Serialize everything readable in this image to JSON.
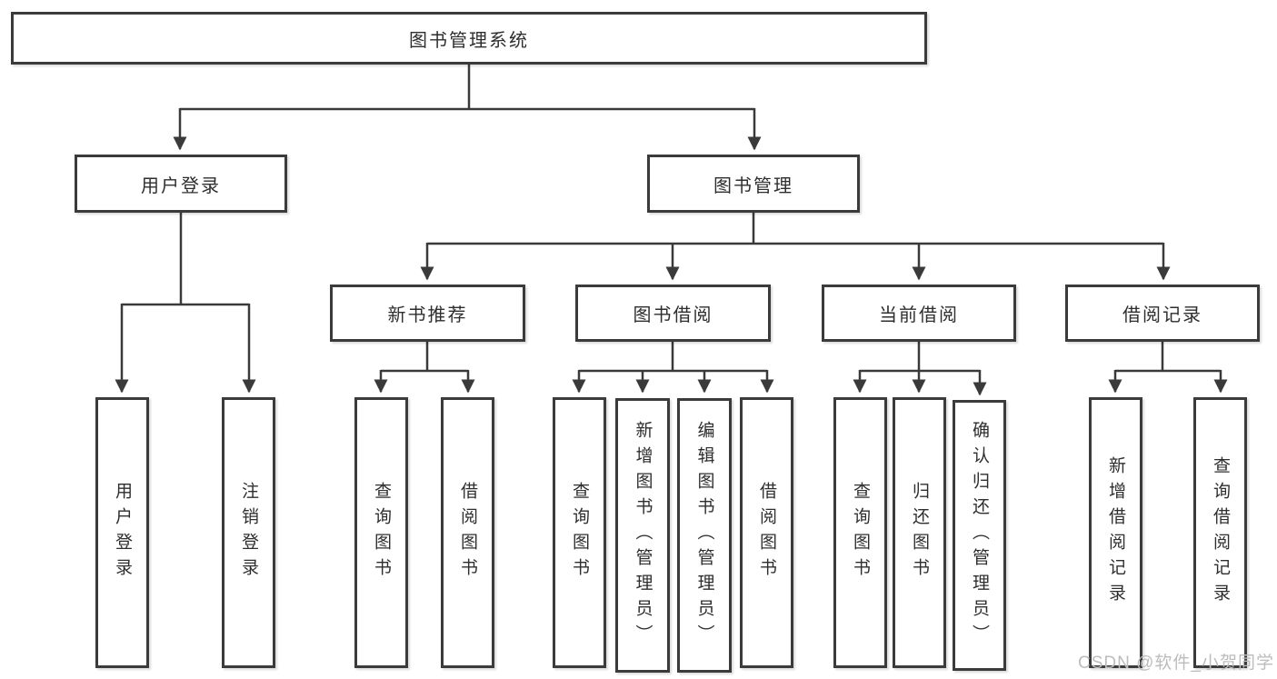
{
  "diagram": {
    "root_label": "图书管理系统",
    "level2": [
      {
        "label": "用户登录",
        "children": [
          "用户登录",
          "注销登录"
        ]
      },
      {
        "label": "图书管理"
      }
    ],
    "level3": [
      {
        "label": "新书推荐",
        "children": [
          "查询图书",
          "借阅图书"
        ]
      },
      {
        "label": "图书借阅",
        "children": [
          "查询图书",
          "新增图书（管理员）",
          "编辑图书（管理员）",
          "借阅图书"
        ]
      },
      {
        "label": "当前借阅",
        "children": [
          "查询图书",
          "归还图书",
          "确认归还（管理员）"
        ]
      },
      {
        "label": "借阅记录",
        "children": [
          "新增借阅记录",
          "查询借阅记录"
        ]
      }
    ],
    "watermark": "CSDN @软件_小贺同学",
    "colors": {
      "line": "#3a3a3a",
      "border": "#3b3b3b",
      "text": "#2e2e2e",
      "watermark": "#bcbcbc"
    }
  }
}
